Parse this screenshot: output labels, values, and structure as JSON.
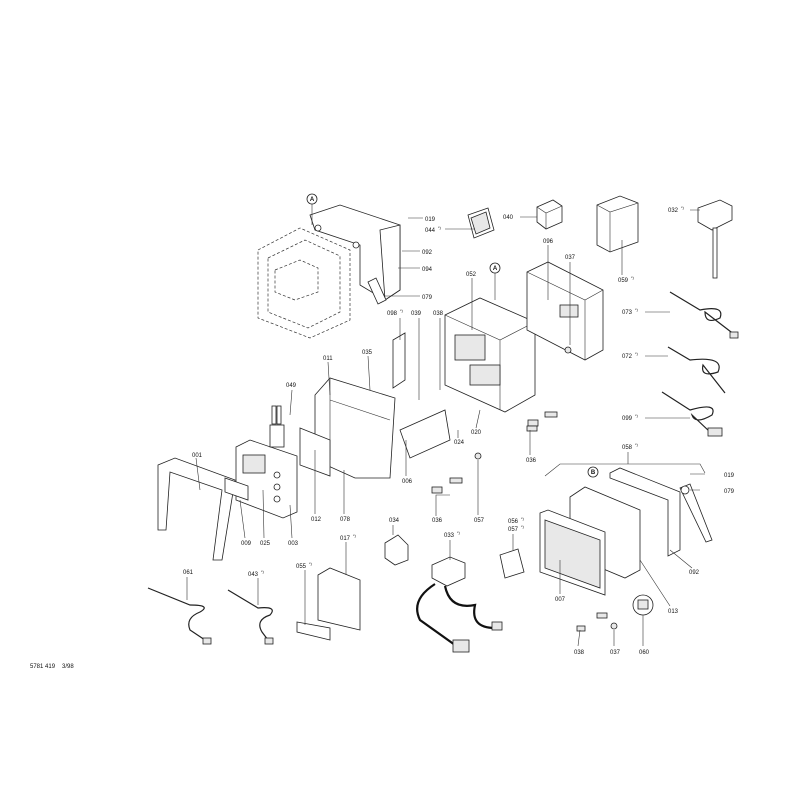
{
  "title": "Exploded parts diagram",
  "footer": {
    "doc_number": "5781 419",
    "date": "3/98"
  },
  "callouts": {
    "a1": "A",
    "a2": "A",
    "b": "B"
  },
  "labels": [
    "019",
    "044",
    "092",
    "094",
    "079",
    "040",
    "032",
    "096",
    "037",
    "052",
    "059",
    "073",
    "072",
    "099",
    "098",
    "039",
    "038",
    "035",
    "011",
    "049",
    "001",
    "009",
    "025",
    "003",
    "012",
    "078",
    "006",
    "024",
    "020",
    "036",
    "036",
    "057",
    "034",
    "017",
    "033",
    "056",
    "057",
    "058",
    "019",
    "079",
    "007",
    "013",
    "092",
    "038",
    "037",
    "060",
    "061",
    "043",
    "055"
  ],
  "footnote_mark": "*)"
}
